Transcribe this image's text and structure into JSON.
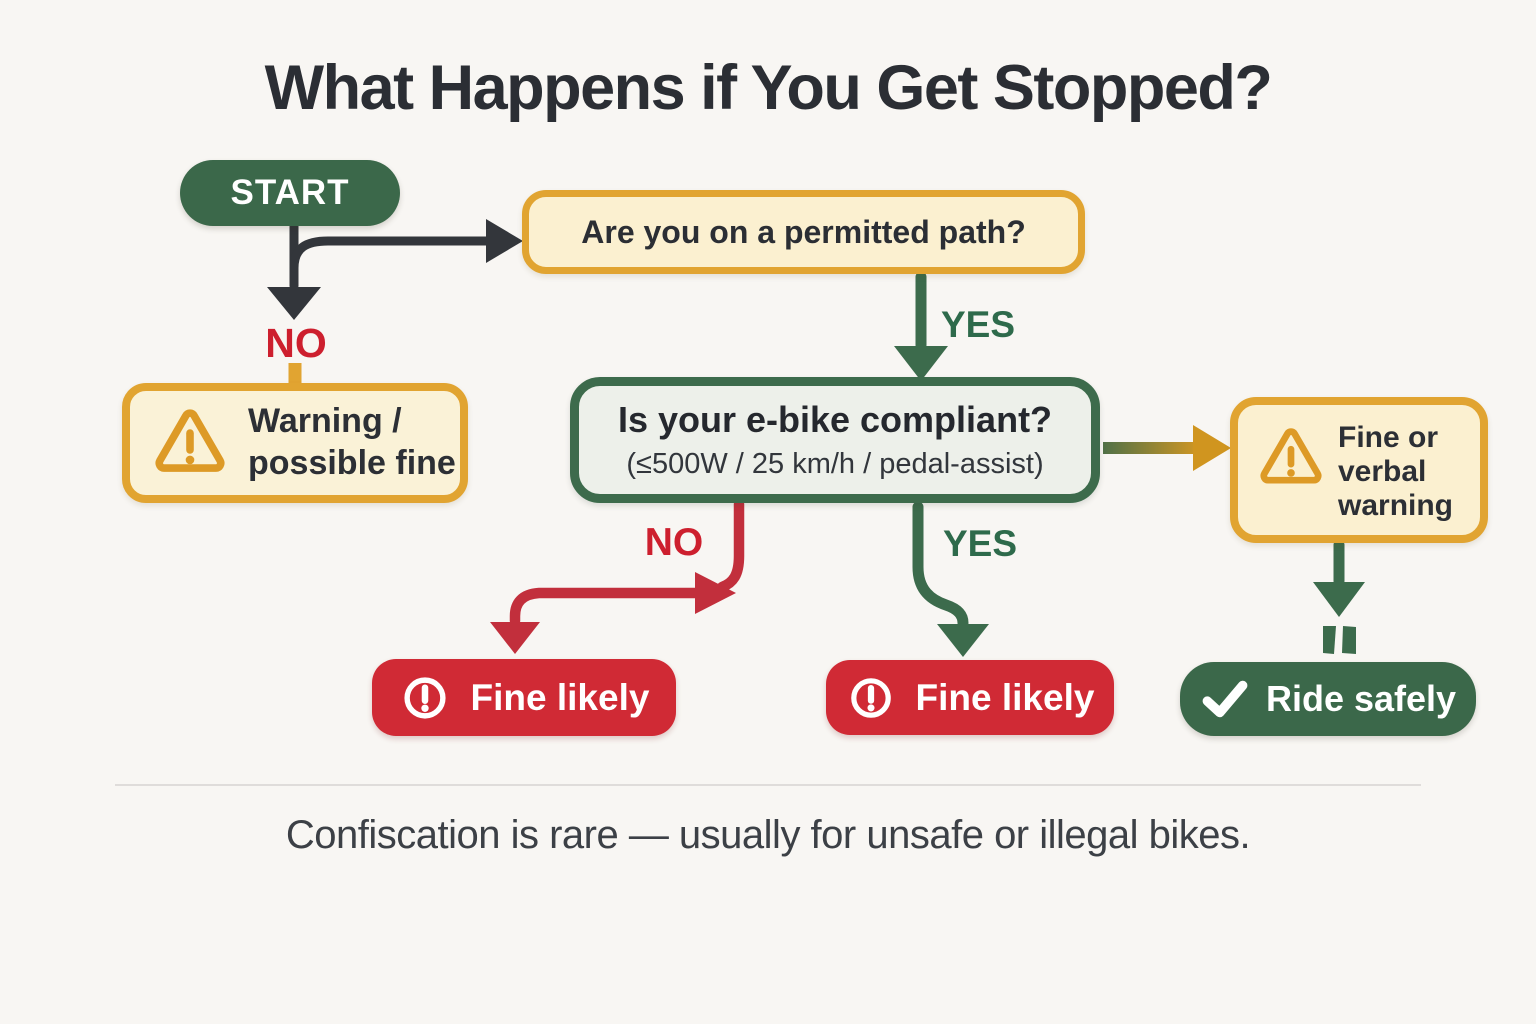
{
  "title": "What Happens if You Get Stopped?",
  "colors": {
    "bg": "#f8f6f3",
    "ink": "#2b2e34",
    "note": "#3c4046",
    "dark": "#33363b",
    "green": "#3b684a",
    "green_border": "#3d6b4c",
    "green_arrow": "#3c6b4c",
    "green_text": "#2e6a4b",
    "red": "#d02a35",
    "red_arrow": "#c22f3c",
    "red_text": "#cd1f2e",
    "gold": "#e1a431",
    "gold_icon": "#dd9a26",
    "gold_arrow": "#d0951f",
    "cream": "#fbf0d0",
    "cream2": "#faf2d7",
    "compliant_fill": "#edf0ea",
    "divider": "#dfdcda"
  },
  "flowchart": {
    "start": {
      "label": "START"
    },
    "permitted_path": {
      "question": "Are you on a permitted path?"
    },
    "warning_possible_fine": {
      "icon": "warning-triangle",
      "lines": [
        "Warning /",
        "possible fine"
      ]
    },
    "compliant": {
      "question": "Is your e-bike compliant?",
      "criteria": "(≤500W / 25 km/h / pedal-assist)"
    },
    "fine_likely_left": {
      "icon": "alert-circle",
      "label": "Fine likely"
    },
    "fine_likely_middle": {
      "icon": "alert-circle",
      "label": "Fine likely"
    },
    "fine_or_verbal_warning": {
      "icon": "warning-triangle",
      "lines": [
        "Fine or",
        "verbal",
        "warning"
      ]
    },
    "ride_safely": {
      "icon": "check",
      "label": "Ride safely"
    },
    "edge_labels": {
      "path_no": "NO",
      "path_yes": "YES",
      "compliant_no": "NO",
      "compliant_yes": "YES"
    }
  },
  "footer": {
    "note": "Confiscation is rare — usually for unsafe or illegal bikes."
  }
}
